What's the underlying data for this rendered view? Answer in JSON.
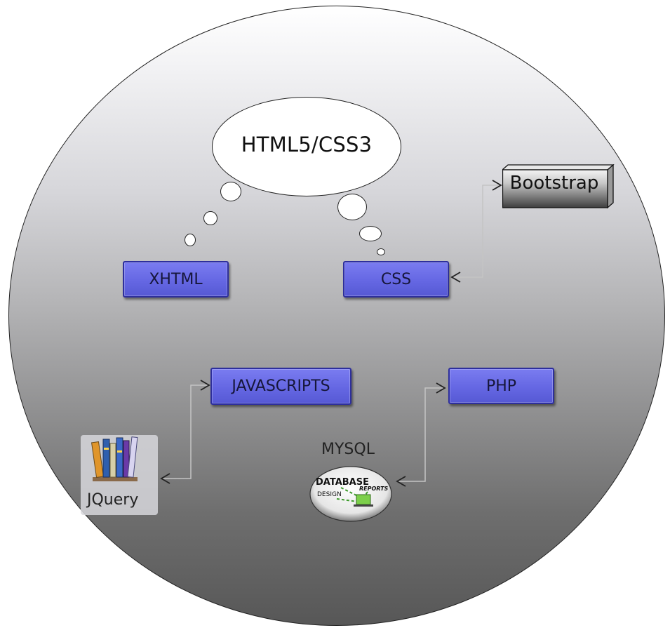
{
  "center_topic": "HTML5/CSS3",
  "nodes": {
    "xhtml": "XHTML",
    "css": "CSS",
    "bootstrap": "Bootstrap",
    "javascripts": "JAVASCRIPTS",
    "php": "PHP",
    "jquery": "JQuery",
    "mysql": "MYSQL"
  },
  "database_icon_text": {
    "database": "DATABASE",
    "reports": "REPORTS",
    "design": "DESIGN"
  },
  "colors": {
    "node_fill": "#6567e3",
    "node_border": "#2e2f9c",
    "connector": "#bcbcbc",
    "bootstrap_fill": "#4a4a4a"
  }
}
